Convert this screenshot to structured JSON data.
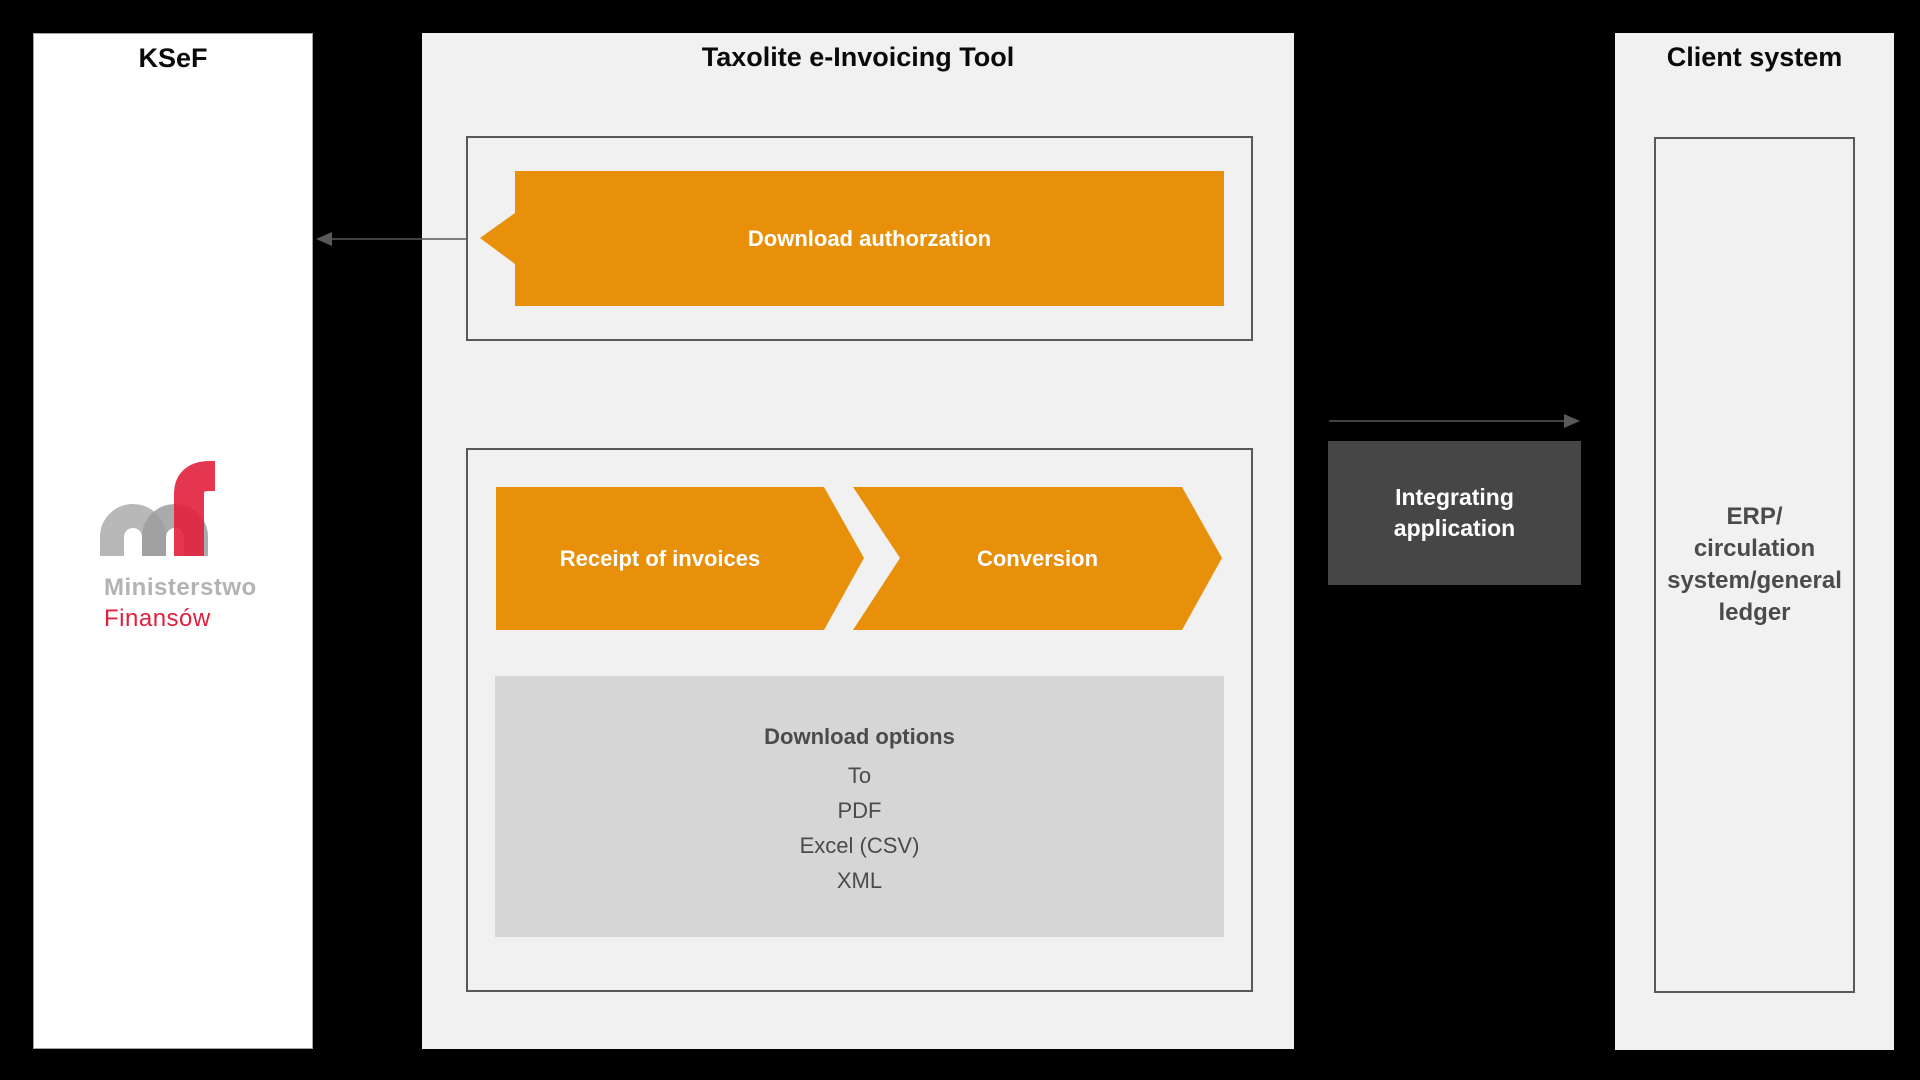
{
  "background": "#000000",
  "colors": {
    "orange": "#E8900A",
    "panel_gray": "#F1F1F1",
    "options_gray": "#D6D6D6",
    "dark_box_gray": "#464646",
    "connector_gray": "#595959",
    "dark_text": "#4B4B4B",
    "logo_gray": "#B3B3B3",
    "logo_red": "#E2203C"
  },
  "ksef": {
    "title": "KSeF",
    "logo": {
      "org_line1": "Ministerstwo",
      "org_line2": "Finansów"
    }
  },
  "taxolite": {
    "title": "Taxolite e-Invoicing Tool",
    "authorization_arrow": "Download authorzation",
    "process_steps": [
      "Receipt of invoices",
      "Conversion"
    ],
    "download_options": {
      "title": "Download options",
      "items": [
        "To",
        "PDF",
        "Excel (CSV)",
        "XML"
      ]
    }
  },
  "integrating_app": {
    "label": "Integrating application"
  },
  "client": {
    "title": "Client system",
    "erp_lines": [
      "ERP/",
      "circulation",
      "system/general",
      "ledger"
    ]
  }
}
